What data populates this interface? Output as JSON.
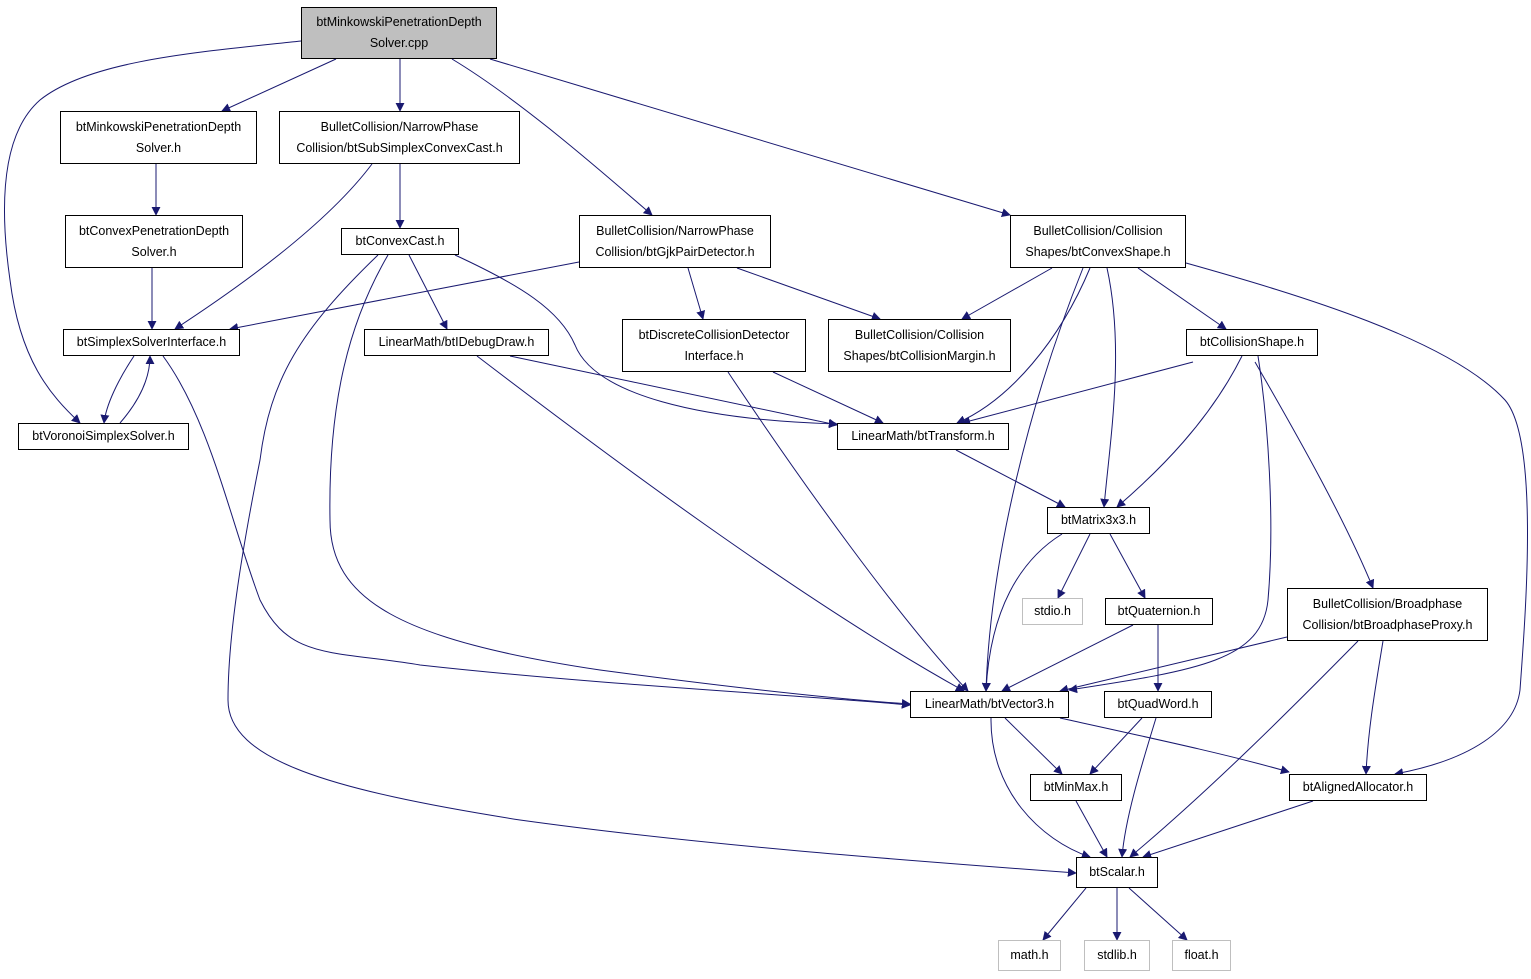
{
  "colors": {
    "edge": "#191970",
    "root_fill": "#bfbfbf",
    "node_border": "#000000",
    "external_border": "#bfbfbf"
  },
  "nodes": [
    {
      "id": "root",
      "lines": [
        "btMinkowskiPenetrationDepth",
        "Solver.cpp"
      ],
      "kind": "root"
    },
    {
      "id": "mpds_h",
      "lines": [
        "btMinkowskiPenetrationDepth",
        "Solver.h"
      ],
      "kind": "doc"
    },
    {
      "id": "ssccast",
      "lines": [
        "BulletCollision/NarrowPhase",
        "Collision/btSubSimplexConvexCast.h"
      ],
      "kind": "doc"
    },
    {
      "id": "cpds_h",
      "lines": [
        "btConvexPenetrationDepth",
        "Solver.h"
      ],
      "kind": "doc"
    },
    {
      "id": "convexcast",
      "lines": [
        "btConvexCast.h"
      ],
      "kind": "doc"
    },
    {
      "id": "gjkpair",
      "lines": [
        "BulletCollision/NarrowPhase",
        "Collision/btGjkPairDetector.h"
      ],
      "kind": "doc"
    },
    {
      "id": "convexshape",
      "lines": [
        "BulletCollision/Collision",
        "Shapes/btConvexShape.h"
      ],
      "kind": "doc"
    },
    {
      "id": "simplexsolver",
      "lines": [
        "btSimplexSolverInterface.h"
      ],
      "kind": "doc"
    },
    {
      "id": "debugdraw",
      "lines": [
        "LinearMath/btIDebugDraw.h"
      ],
      "kind": "doc"
    },
    {
      "id": "discrete",
      "lines": [
        "btDiscreteCollisionDetector",
        "Interface.h"
      ],
      "kind": "doc"
    },
    {
      "id": "margin",
      "lines": [
        "BulletCollision/Collision",
        "Shapes/btCollisionMargin.h"
      ],
      "kind": "doc"
    },
    {
      "id": "collshape",
      "lines": [
        "btCollisionShape.h"
      ],
      "kind": "doc"
    },
    {
      "id": "voronoi",
      "lines": [
        "btVoronoiSimplexSolver.h"
      ],
      "kind": "doc"
    },
    {
      "id": "transform",
      "lines": [
        "LinearMath/btTransform.h"
      ],
      "kind": "doc"
    },
    {
      "id": "matrix",
      "lines": [
        "btMatrix3x3.h"
      ],
      "kind": "doc"
    },
    {
      "id": "stdio",
      "lines": [
        "stdio.h"
      ],
      "kind": "ext"
    },
    {
      "id": "quaternion",
      "lines": [
        "btQuaternion.h"
      ],
      "kind": "doc"
    },
    {
      "id": "bproxy",
      "lines": [
        "BulletCollision/Broadphase",
        "Collision/btBroadphaseProxy.h"
      ],
      "kind": "doc"
    },
    {
      "id": "vector3",
      "lines": [
        "LinearMath/btVector3.h"
      ],
      "kind": "doc"
    },
    {
      "id": "quadword",
      "lines": [
        "btQuadWord.h"
      ],
      "kind": "doc"
    },
    {
      "id": "minmax",
      "lines": [
        "btMinMax.h"
      ],
      "kind": "doc"
    },
    {
      "id": "aligned",
      "lines": [
        "btAlignedAllocator.h"
      ],
      "kind": "doc"
    },
    {
      "id": "scalar",
      "lines": [
        "btScalar.h"
      ],
      "kind": "doc"
    },
    {
      "id": "math",
      "lines": [
        "math.h"
      ],
      "kind": "ext"
    },
    {
      "id": "stdlib",
      "lines": [
        "stdlib.h"
      ],
      "kind": "ext"
    },
    {
      "id": "float",
      "lines": [
        "float.h"
      ],
      "kind": "ext"
    }
  ],
  "edges": [
    [
      "root",
      "mpds_h"
    ],
    [
      "root",
      "ssccast"
    ],
    [
      "root",
      "gjkpair"
    ],
    [
      "root",
      "convexshape"
    ],
    [
      "root",
      "voronoi"
    ],
    [
      "mpds_h",
      "cpds_h"
    ],
    [
      "cpds_h",
      "simplexsolver"
    ],
    [
      "ssccast",
      "convexcast"
    ],
    [
      "ssccast",
      "simplexsolver"
    ],
    [
      "convexcast",
      "debugdraw"
    ],
    [
      "convexcast",
      "transform"
    ],
    [
      "convexcast",
      "vector3"
    ],
    [
      "convexcast",
      "scalar"
    ],
    [
      "gjkpair",
      "simplexsolver"
    ],
    [
      "gjkpair",
      "discrete"
    ],
    [
      "gjkpair",
      "margin"
    ],
    [
      "convexshape",
      "margin"
    ],
    [
      "convexshape",
      "collshape"
    ],
    [
      "convexshape",
      "transform"
    ],
    [
      "convexshape",
      "matrix"
    ],
    [
      "convexshape",
      "vector3"
    ],
    [
      "convexshape",
      "aligned"
    ],
    [
      "simplexsolver",
      "voronoi"
    ],
    [
      "voronoi",
      "simplexsolver"
    ],
    [
      "simplexsolver",
      "vector3"
    ],
    [
      "debugdraw",
      "transform"
    ],
    [
      "debugdraw",
      "vector3"
    ],
    [
      "discrete",
      "transform"
    ],
    [
      "discrete",
      "vector3"
    ],
    [
      "collshape",
      "transform"
    ],
    [
      "collshape",
      "matrix"
    ],
    [
      "collshape",
      "vector3"
    ],
    [
      "collshape",
      "bproxy"
    ],
    [
      "transform",
      "matrix"
    ],
    [
      "matrix",
      "vector3"
    ],
    [
      "matrix",
      "stdio"
    ],
    [
      "matrix",
      "quaternion"
    ],
    [
      "quaternion",
      "vector3"
    ],
    [
      "quaternion",
      "quadword"
    ],
    [
      "bproxy",
      "vector3"
    ],
    [
      "bproxy",
      "scalar"
    ],
    [
      "bproxy",
      "aligned"
    ],
    [
      "vector3",
      "minmax"
    ],
    [
      "vector3",
      "scalar"
    ],
    [
      "vector3",
      "aligned"
    ],
    [
      "quadword",
      "minmax"
    ],
    [
      "quadword",
      "scalar"
    ],
    [
      "minmax",
      "scalar"
    ],
    [
      "aligned",
      "scalar"
    ],
    [
      "scalar",
      "math"
    ],
    [
      "scalar",
      "stdlib"
    ],
    [
      "scalar",
      "float"
    ]
  ]
}
